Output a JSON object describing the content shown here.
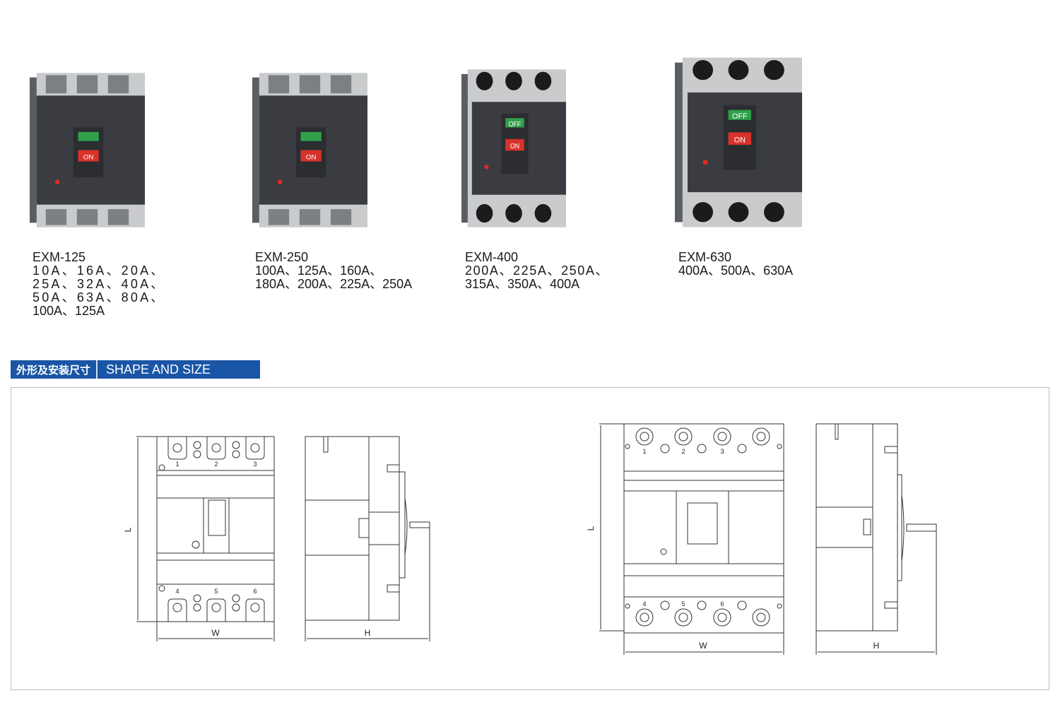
{
  "products": [
    {
      "model": "EXM-125",
      "ratings": [
        "10A、16A、20A、",
        "25A、32A、40A、",
        "50A、63A、80A、",
        "100A、125A"
      ],
      "wide_lines": 3,
      "switch_labels": {
        "off": "",
        "on": "ON"
      }
    },
    {
      "model": "EXM-250",
      "ratings": [
        "100A、125A、160A、",
        "180A、200A、225A、250A"
      ],
      "wide_lines": 0,
      "switch_labels": {
        "off": "",
        "on": "ON"
      }
    },
    {
      "model": "EXM-400",
      "ratings": [
        "200A、225A、250A、",
        "315A、350A、400A"
      ],
      "wide_lines": 1,
      "switch_labels": {
        "off": "OFF",
        "on": "ON"
      }
    },
    {
      "model": "EXM-630",
      "ratings": [
        "400A、500A、630A"
      ],
      "wide_lines": 0,
      "switch_labels": {
        "off": "OFF",
        "on": "ON"
      }
    }
  ],
  "section": {
    "title_cn": "外形及安装尺寸",
    "title_en": "SHAPE AND SIZE",
    "color": "#1a55a6"
  },
  "drawings": {
    "small": {
      "terminals_top": [
        "1",
        "2",
        "3"
      ],
      "terminals_bottom": [
        "4",
        "5",
        "6"
      ],
      "length_label": "L",
      "width_label": "W",
      "height_label": "H"
    },
    "large": {
      "terminals_top": [
        "1",
        "2",
        "3"
      ],
      "terminals_bottom": [
        "4",
        "5",
        "6"
      ],
      "length_label": "L",
      "width_label": "W",
      "height_label": "H"
    }
  }
}
